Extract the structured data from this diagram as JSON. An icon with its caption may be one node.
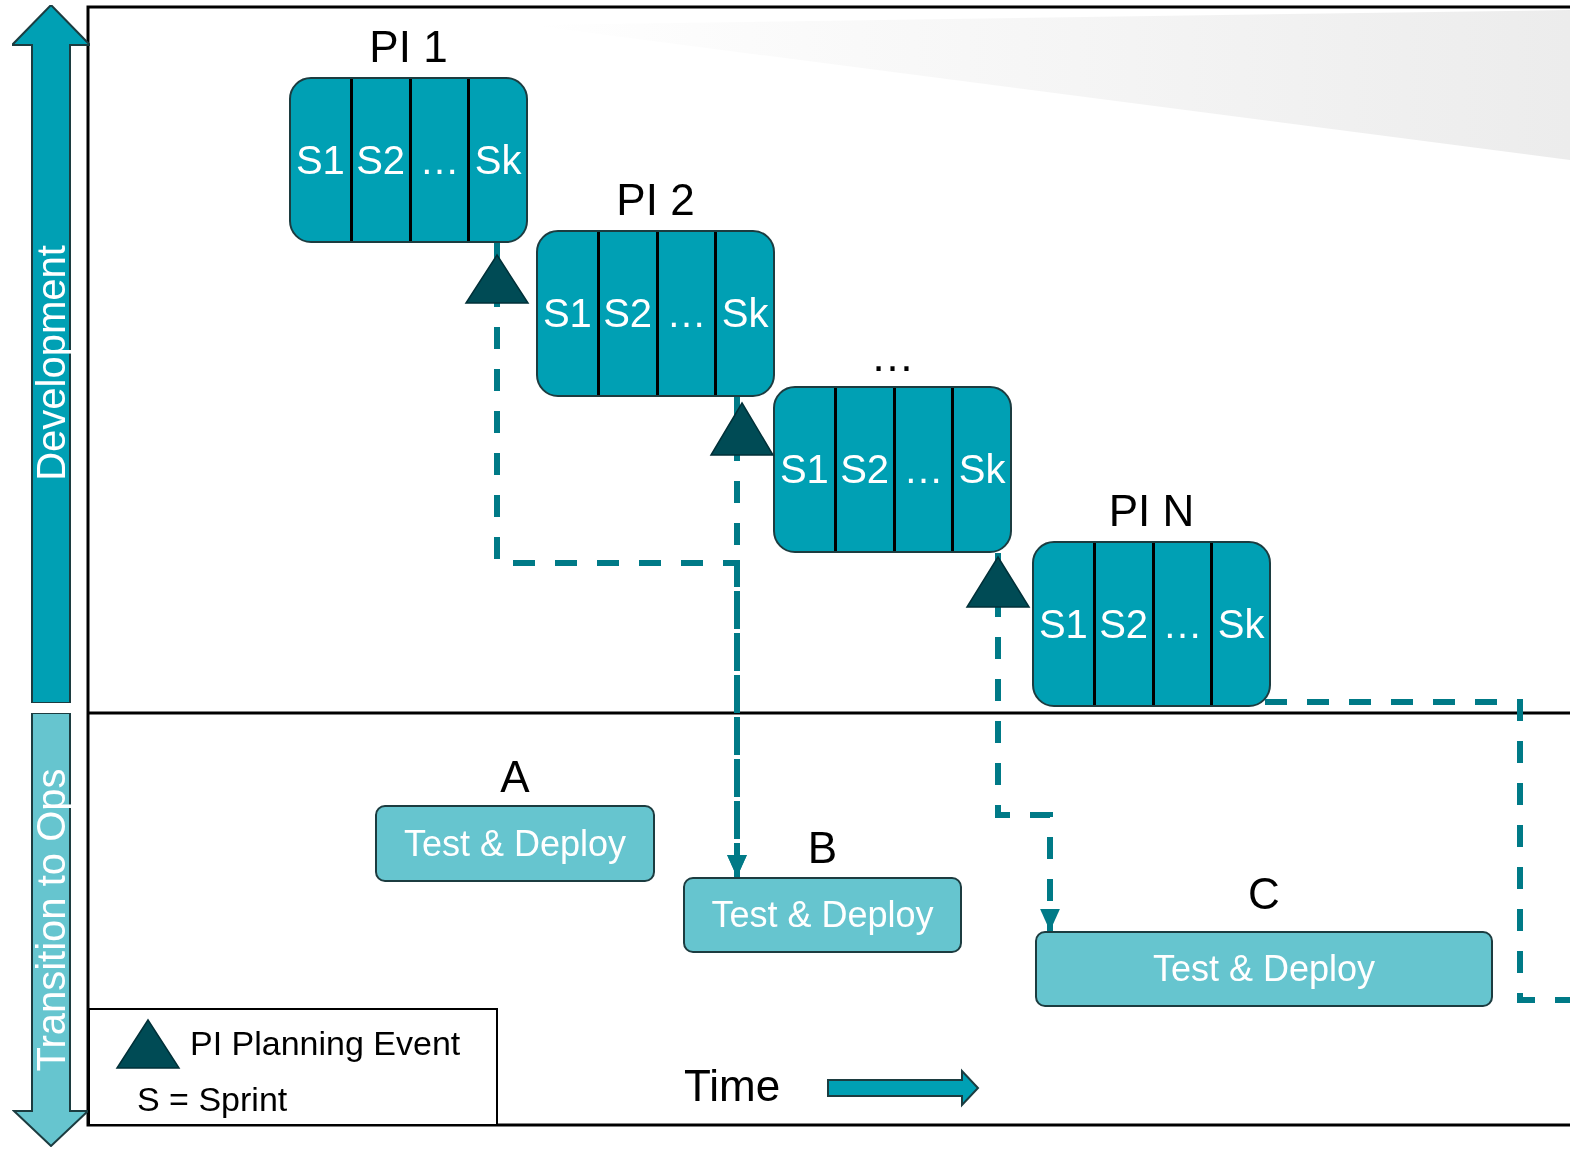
{
  "diagram": {
    "nodes": [
      {
        "text": [
          "Development"
        ]
      },
      {
        "text": [
          "PI 1"
        ]
      },
      {
        "text": [
          "S1"
        ],
        "in": 1
      },
      {
        "text": [
          "S2"
        ],
        "in": 1
      },
      {
        "text": [
          "…"
        ],
        "in": 1
      },
      {
        "text": [
          "Sk"
        ],
        "in": 1
      },
      {
        "text": [
          "PI 2"
        ]
      },
      {
        "text": [
          "S1"
        ],
        "in": 6
      },
      {
        "text": [
          "S2"
        ],
        "in": 6
      },
      {
        "text": [
          "…"
        ],
        "in": 6
      },
      {
        "text": [
          "Sk"
        ],
        "in": 6
      },
      {
        "text": [
          "…"
        ]
      },
      {
        "text": [
          "S1"
        ],
        "in": 11
      },
      {
        "text": [
          "S2"
        ],
        "in": 11
      },
      {
        "text": [
          "…"
        ],
        "in": 11
      },
      {
        "text": [
          "Sk"
        ],
        "in": 11
      },
      {
        "text": [
          "PI N"
        ]
      },
      {
        "text": [
          "S1"
        ],
        "in": 16
      },
      {
        "text": [
          "S2"
        ],
        "in": 16
      },
      {
        "text": [
          "…"
        ],
        "in": 16
      },
      {
        "text": [
          "Sk"
        ],
        "in": 16
      },
      {
        "text": [
          "Transition to Ops"
        ]
      },
      {
        "text": [
          "A",
          "Test & Deploy"
        ]
      },
      {
        "text": [
          "B",
          "Test & Deploy"
        ]
      },
      {
        "text": [
          "C",
          "Test & Deploy"
        ]
      }
    ],
    "edges": [
      {
        "from": 1,
        "to": 23,
        "arrow": "to",
        "style": "dashed"
      },
      {
        "from": 6,
        "to": 23,
        "arrow": "to",
        "style": "dashed"
      },
      {
        "from": 11,
        "to": 24,
        "arrow": "to",
        "style": "dashed"
      },
      {
        "from": 16,
        "to": null,
        "arrow": "none",
        "style": "dashed"
      }
    ],
    "labels": [
      "S = Sprint",
      "Time"
    ],
    "legend": [
      {
        "text": "PI Planning Event"
      }
    ]
  }
}
